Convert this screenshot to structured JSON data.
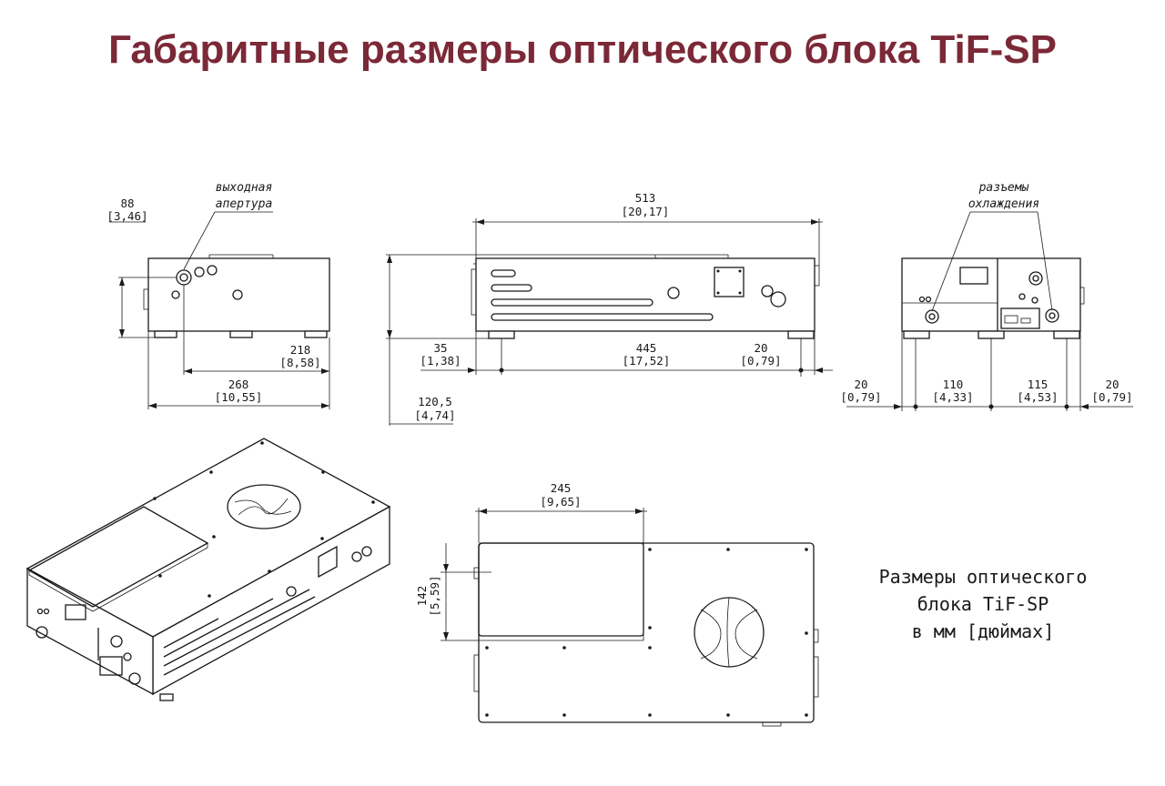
{
  "title": "Габаритные размеры оптического блока TiF-SP",
  "colors": {
    "title": "#7b2837",
    "lines": "#1a1a1a",
    "background": "#ffffff"
  },
  "front_view": {
    "label_aperture_1": "выходная",
    "label_aperture_2": "апертура",
    "height_mm": "88",
    "height_in": "[3,46]",
    "aperture_offset_mm": "218",
    "aperture_offset_in": "[8,58]",
    "width_mm": "268",
    "width_in": "[10,55]"
  },
  "side_view": {
    "length_mm": "513",
    "length_in": "[20,17]",
    "foot_left_mm": "35",
    "foot_left_in": "[1,38]",
    "foot_span_mm": "445",
    "foot_span_in": "[17,52]",
    "foot_right_mm": "20",
    "foot_right_in": "[0,79]",
    "total_height_mm": "120,5",
    "total_height_in": "[4,74]"
  },
  "rear_view": {
    "label_cooling_1": "разъемы",
    "label_cooling_2": "охлаждения",
    "d1_mm": "20",
    "d1_in": "[0,79]",
    "d2_mm": "110",
    "d2_in": "[4,33]",
    "d3_mm": "115",
    "d3_in": "[4,53]",
    "d4_mm": "20",
    "d4_in": "[0,79]"
  },
  "top_view": {
    "width_mm": "245",
    "width_in": "[9,65]",
    "height_mm": "142",
    "height_in": "[5,59]"
  },
  "caption": {
    "line1": "Размеры оптического",
    "line2": "блока TiF-SP",
    "line3": "в мм [дюймах]"
  }
}
